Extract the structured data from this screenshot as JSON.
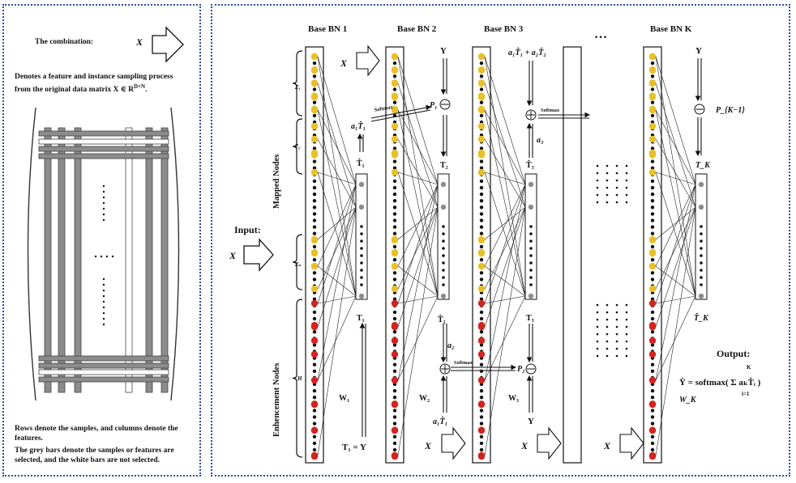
{
  "left": {
    "combination_label": "The combination:",
    "combination_symbol": "X",
    "sampling_desc_line1": "Denotes a feature and instance sampling process",
    "sampling_desc_line2": "from the original data matrix X ∈ R",
    "sampling_desc_sup": "D×N",
    "sampling_desc_end": ".",
    "footnote_line1": "Rows denote the samples, and columns denote the",
    "footnote_line2": "features.",
    "footnote_line3": "The grey bars denote the samples or features are",
    "footnote_line4": "selected, and the white bars are not selected."
  },
  "right": {
    "bn_titles": [
      "Base BN 1",
      "Base BN 2",
      "Base BN 3",
      "Base BN K"
    ],
    "ellipsis": "…",
    "input_label": "Input:",
    "input_symbol": "X",
    "mapped_nodes": "Mapped Nodes",
    "enhancement_nodes": "Enhencement Nodes",
    "group_labels": [
      "Z₁",
      "Z₂",
      "Zₙ",
      "H"
    ],
    "bn1": {
      "x_in": "X",
      "softmax": "Softmax",
      "a1t1": "a₁T̂₁",
      "t1hat": "T̂₁",
      "t1": "T₁",
      "w1": "W₁",
      "t1y": "T₁ = Y"
    },
    "bn2": {
      "y": "Y",
      "p1": "P₁",
      "t2": "T₂",
      "t2hat": "T̂₂",
      "a2": "a₂",
      "softmax": "Softmax",
      "w2": "W₂",
      "a1t1": "a₁T̂₁",
      "x_in": "X"
    },
    "bn3": {
      "sum": "a₁T̂₁ + a₂T̂₂",
      "softmax": "Softmax",
      "a3": "a₃",
      "t3hat": "T̂₃",
      "t3": "T₃",
      "p2": "P₂",
      "w3": "W₃",
      "y": "Y",
      "x_in": "X"
    },
    "bnk": {
      "x_in": "X",
      "y": "Y",
      "pk1": "P_{K−1}",
      "tk": "T_K",
      "tkhat": "T̂_K",
      "wk": "W_K"
    },
    "output_label": "Output:",
    "output_formula": "Ŷ = softmax( Σ aₖT̂ᵢ )",
    "sum_upper": "K",
    "sum_lower": "i=1"
  },
  "colors": {
    "border": "#2a4aa8",
    "yellow_node": "#e8c02a",
    "red_node": "#d0261e",
    "black_node": "#111111",
    "grey_bar": "#8c8c8c",
    "grey_node": "#8c8c8c"
  },
  "icons": [
    "hollow-right-arrow-icon",
    "circle-minus-icon",
    "circle-plus-icon",
    "double-arrow-icon"
  ]
}
